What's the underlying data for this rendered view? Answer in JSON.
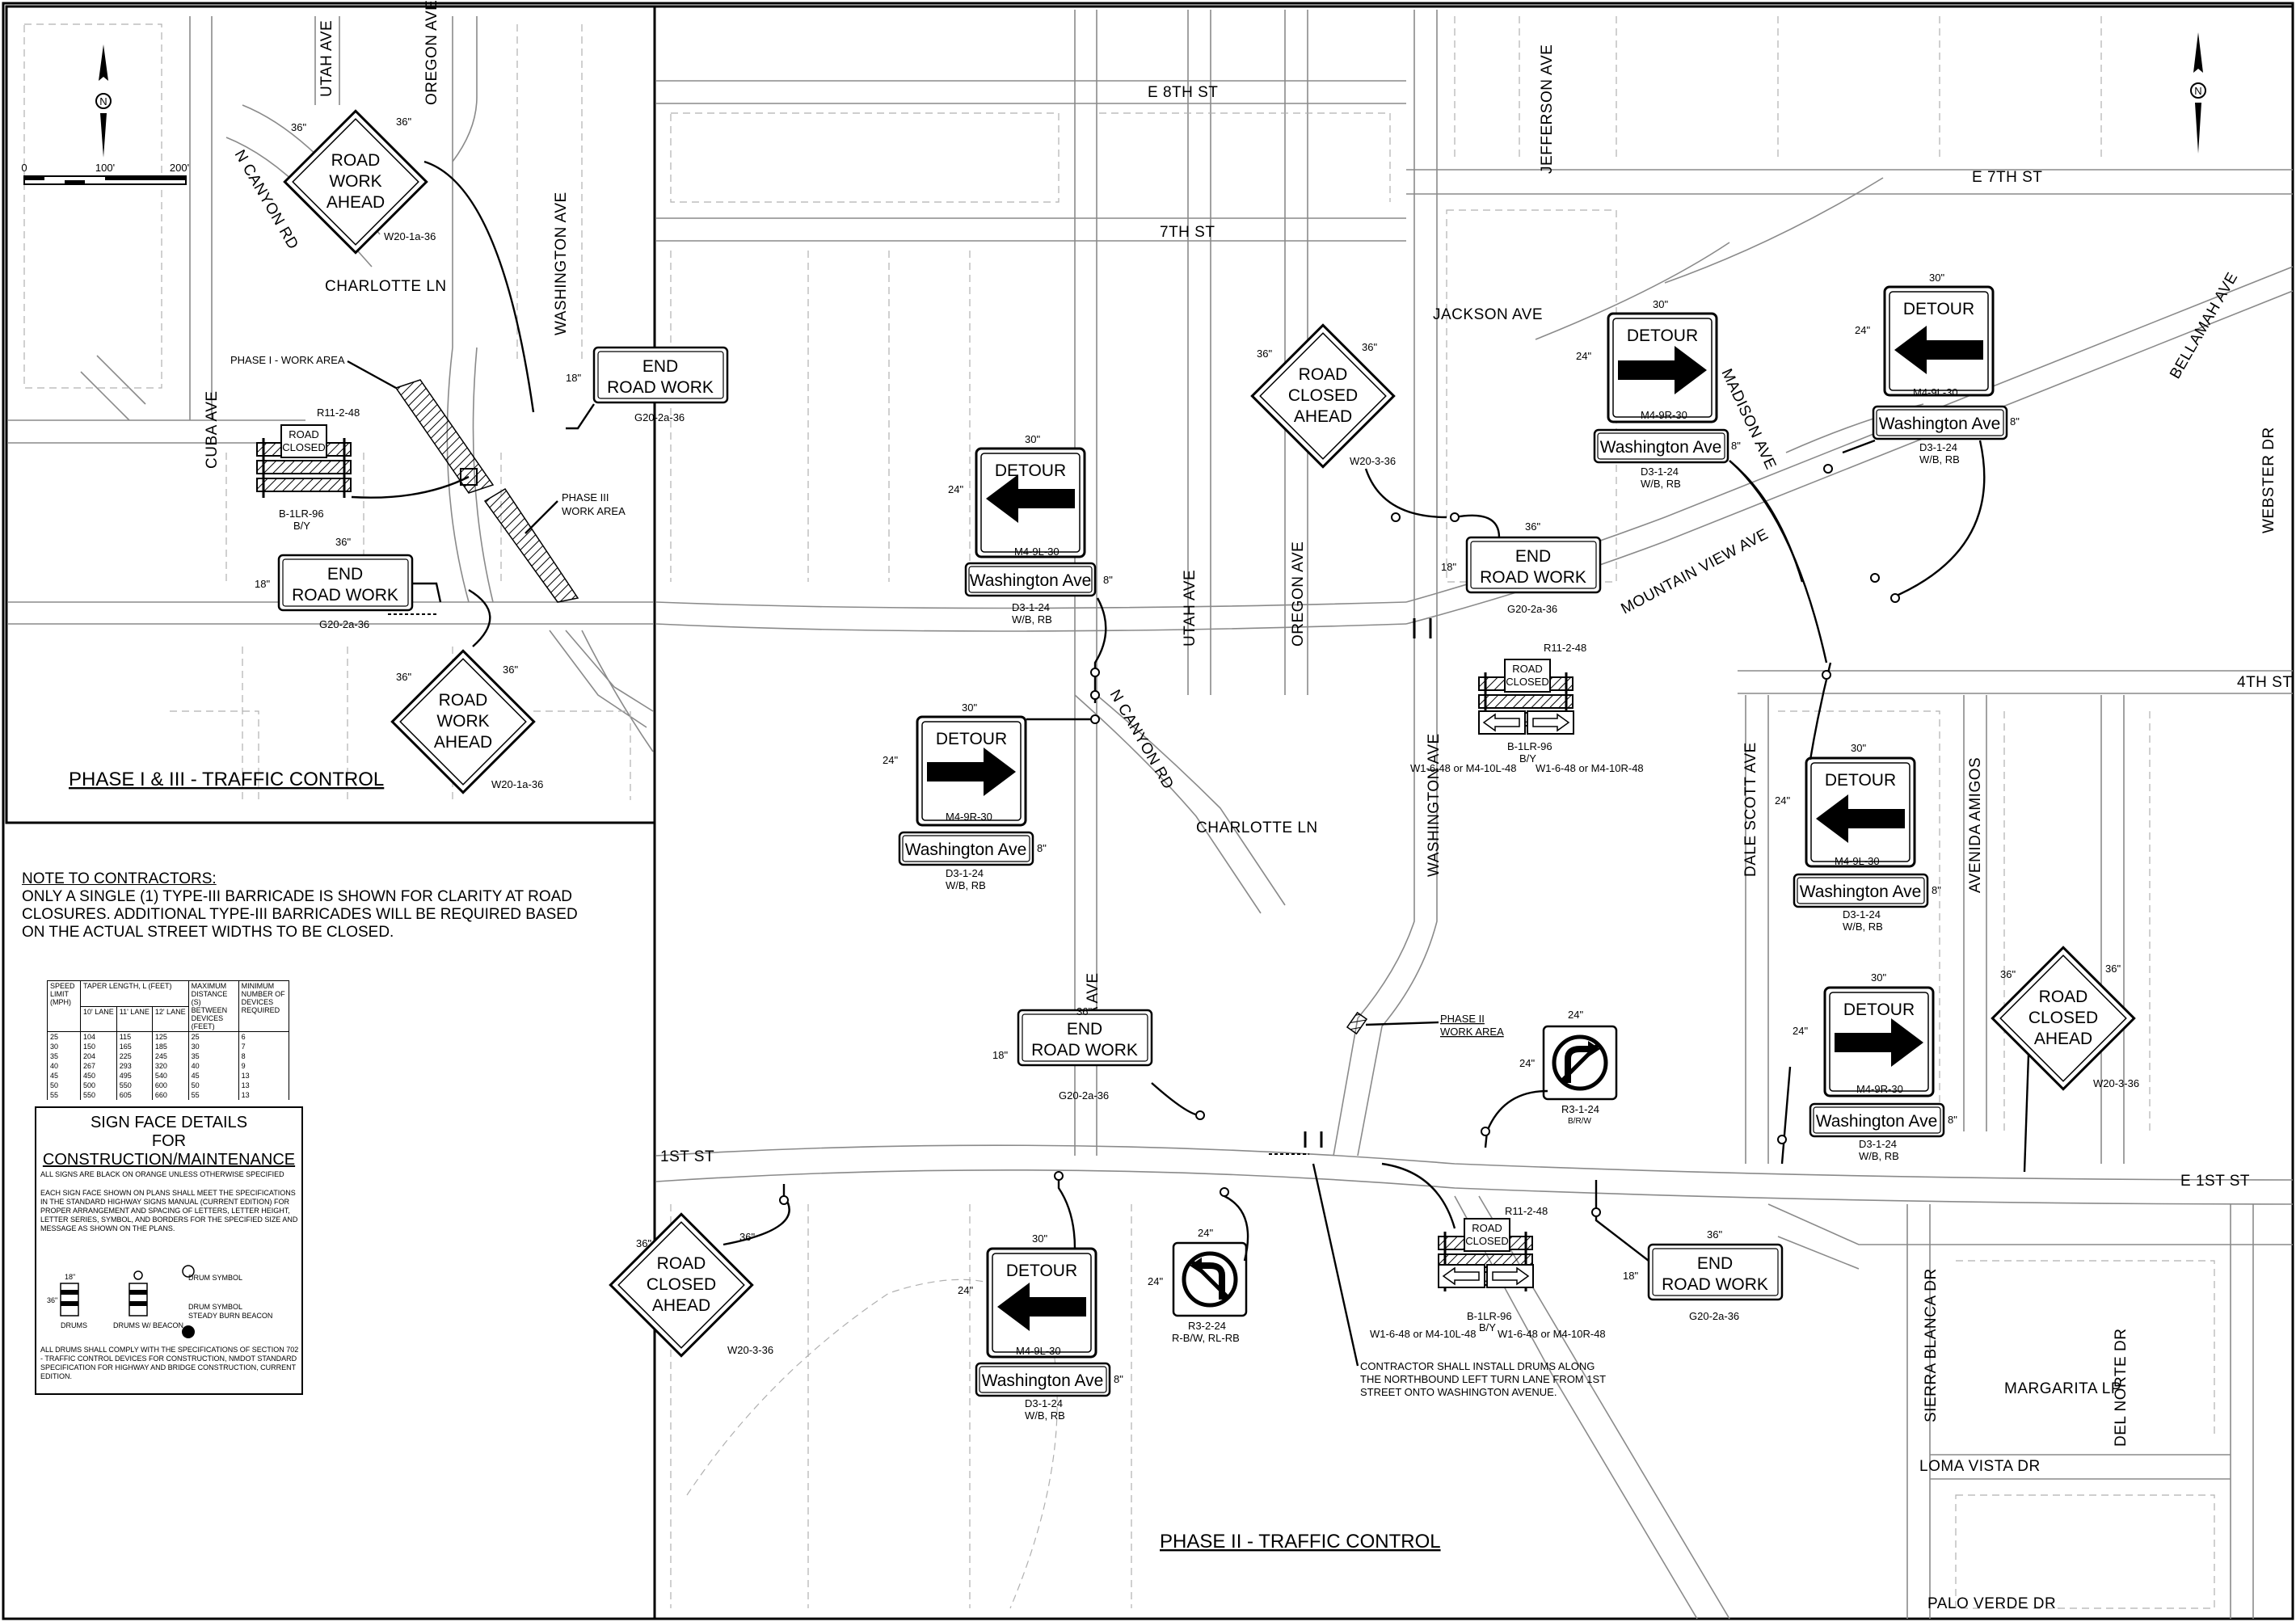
{
  "panels": {
    "phase1_title": "PHASE I & III - TRAFFIC CONTROL",
    "phase2_title": "PHASE II - TRAFFIC CONTROL"
  },
  "scale": {
    "north": "N",
    "ticks": [
      "0",
      "100'",
      "200'"
    ]
  },
  "streets": {
    "utah_ave": "UTAH AVE",
    "oregon_ave": "OREGON AVE",
    "n_canyon_rd": "N CANYON RD",
    "charlotte_ln": "CHARLOTTE LN",
    "washington_ave": "WASHINGTON AVE",
    "cuba_ave": "CUBA AVE",
    "e_8th_st": "E 8TH ST",
    "seventh_st": "7TH ST",
    "e_7th_st": "E 7TH ST",
    "jefferson_ave": "JEFFERSON AVE",
    "jackson_ave": "JACKSON AVE",
    "madison_ave": "MADISON AVE",
    "mountain_view_ave": "MOUNTAIN VIEW AVE",
    "bellamah_ave": "BELLAMAH AVE",
    "webster_dr": "WEBSTER DR",
    "fourth_st": "4TH ST",
    "dale_scott_ave": "DALE SCOTT AVE",
    "avenida_amigos": "AVENIDA AMIGOS",
    "first_st": "1ST ST",
    "e_1st_st": "E 1ST ST",
    "sierra_blanca_dr": "SIERRA BLANCA DR",
    "margarita_lp": "MARGARITA LP",
    "loma_vista_dr": "LOMA VISTA DR",
    "del_norte_dr": "DEL NORTE DR",
    "palo_verde_dr": "PALO VERDE DR"
  },
  "work_areas": {
    "phase1": "PHASE I - WORK AREA",
    "phase3_line1": "PHASE III",
    "phase3_line2": "WORK AREA",
    "phase2_line1": "PHASE II",
    "phase2_line2": "WORK AREA"
  },
  "signs": {
    "road_work_ahead": [
      "ROAD",
      "WORK",
      "AHEAD"
    ],
    "road_closed_ahead": [
      "ROAD",
      "CLOSED",
      "AHEAD"
    ],
    "end_road_work": [
      "END",
      "ROAD WORK"
    ],
    "detour": "DETOUR",
    "washington_ave": "Washington Ave",
    "road_closed": [
      "ROAD",
      "CLOSED"
    ],
    "codes": {
      "w20_1a": "W20-1a-36",
      "w20_3": "W20-3-36",
      "g20_2a": "G20-2a-36",
      "m4_9l": "M4-9L-30",
      "m4_9r": "M4-9R-30",
      "d3_1": "D3-1-24",
      "d3_sub": "W/B, RB",
      "r11_2": "R11-2-48",
      "b_1lr": "B-1LR-96",
      "b_y": "B/Y",
      "w1_6l": "W1-6-48 or M4-10L-48",
      "w1_6r": "W1-6-48 or M4-10R-48",
      "r3_1": "R3-1-24",
      "r3_1_sub": "B/R/W",
      "r3_2": "R3-2-24",
      "r3_2_sub": "R-B/W, RL-RB"
    },
    "dims": {
      "d36": "36\"",
      "d30": "30\"",
      "d24": "24\"",
      "d18": "18\"",
      "d8": "8\""
    }
  },
  "contractor_note": "CONTRACTOR SHALL INSTALL DRUMS ALONG THE NORTHBOUND LEFT TURN LANE FROM 1ST STREET ONTO WASHINGTON AVENUE.",
  "notes": {
    "heading": "NOTE TO CONTRACTORS:",
    "body": "ONLY A SINGLE (1) TYPE-III BARRICADE IS SHOWN FOR CLARITY AT ROAD CLOSURES.  ADDITIONAL TYPE-III BARRICADES WILL BE REQUIRED BASED ON THE ACTUAL STREET WIDTHS TO BE CLOSED."
  },
  "taper_table": {
    "headers": [
      "SPEED LIMIT (MPH)",
      "TAPER LENGTH, L (FEET)",
      "MAXIMUM DISTANCE (S) BETWEEN DEVICES (FEET)",
      "MINIMUM NUMBER OF DEVICES REQUIRED"
    ],
    "subheaders": [
      "10' LANE",
      "11' LANE",
      "12' LANE"
    ],
    "rows": [
      [
        "25",
        "104",
        "115",
        "125",
        "25",
        "6"
      ],
      [
        "30",
        "150",
        "165",
        "185",
        "30",
        "7"
      ],
      [
        "35",
        "204",
        "225",
        "245",
        "35",
        "8"
      ],
      [
        "40",
        "267",
        "293",
        "320",
        "40",
        "9"
      ],
      [
        "45",
        "450",
        "495",
        "540",
        "45",
        "13"
      ],
      [
        "50",
        "500",
        "550",
        "600",
        "50",
        "13"
      ],
      [
        "55",
        "550",
        "605",
        "660",
        "55",
        "13"
      ]
    ]
  },
  "sign_face": {
    "title_line1": "SIGN FACE DETAILS",
    "title_line2": "FOR",
    "title_line3": "CONSTRUCTION/MAINTENANCE",
    "p1": "ALL SIGNS ARE BLACK ON ORANGE UNLESS OTHERWISE SPECIFIED",
    "p2": "EACH SIGN FACE SHOWN ON PLANS SHALL MEET THE SPECIFICATIONS IN THE STANDARD HIGHWAY SIGNS MANUAL (CURRENT EDITION) FOR PROPER ARRANGEMENT AND SPACING OF LETTERS, LETTER HEIGHT, LETTER SERIES, SYMBOL, AND BORDERS FOR THE SPECIFIED SIZE AND MESSAGE AS SHOWN ON THE PLANS.",
    "drum_dim_w": "18\"",
    "drum_dim_h": "36\"",
    "drums": "DRUMS",
    "drums_beacon": "DRUMS W/ BEACON",
    "drum_symbol": "DRUM SYMBOL",
    "drum_symbol_beacon_1": "DRUM SYMBOL",
    "drum_symbol_beacon_2": "STEADY BURN BEACON",
    "p3": "ALL DRUMS SHALL COMPLY WITH THE SPECIFICATIONS OF SECTION 702 - TRAFFIC CONTROL DEVICES FOR CONSTRUCTION, NMDOT STANDARD SPECIFICATION FOR HIGHWAY AND BRIDGE CONSTRUCTION, CURRENT EDITION."
  }
}
